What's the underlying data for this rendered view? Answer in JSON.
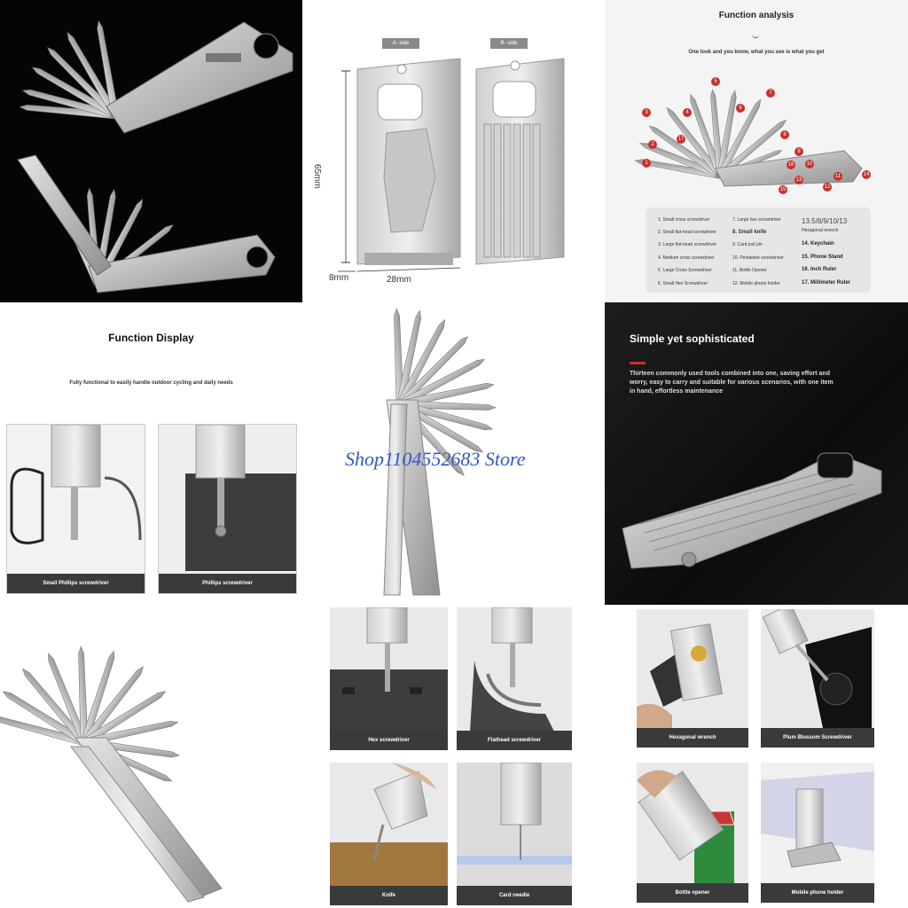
{
  "dimensions": {
    "width_label": "28mm",
    "height_label": "65mm",
    "depth_label": "8mm"
  },
  "sides": {
    "a": "A- side",
    "b": "B- side"
  },
  "function_analysis": {
    "title": "Function analysis",
    "subtitle": "One look and you know, what you see is what you get",
    "legend": [
      "1. Small cross screwdriver",
      "2. Small flat-head screwdriver",
      "3. Large flat-head screwdriver",
      "4. Medium cross screwdriver",
      "5. Large Cross Screwdriver",
      "6. Small Hex Screwdriver",
      "7. Large hex screwdriver",
      "8. Small knife",
      "9. Card pull pin",
      "10. Pentalobe screwdriver",
      "11. Bottle Opener",
      "12. Mobile phone holder",
      "13.5/8/9/10/13",
      "Hexagonal wrench",
      "14. Keychain",
      "15. Phone Stand",
      "16. Inch Ruler",
      "17. Millimeter Ruler"
    ],
    "badges": [
      "1",
      "2",
      "3",
      "4",
      "5",
      "6",
      "7",
      "8",
      "9",
      "10",
      "11",
      "12",
      "13",
      "14",
      "15",
      "16",
      "17"
    ]
  },
  "function_display": {
    "title": "Function Display",
    "subtitle": "Fully functional to easily handle outdoor cycling and daily needs",
    "captions": [
      "Small Phillips screwdriver",
      "Phillips screwdriver"
    ]
  },
  "watermark": "Shop1104552683 Store",
  "simple": {
    "title": "Simple yet sophisticated",
    "body": "Thirteen commonly used tools combined into one, saving effort and worry, easy to carry and suitable for various scenarios, with one item in hand, effortless maintenance"
  },
  "usage_captions": {
    "hex": "Hex screwdriver",
    "flathead": "Flathead screwdriver",
    "hexagonal_wrench": "Hexagonal wrench",
    "plum": "Plum Blossom Screwdriver",
    "knife": "Knife",
    "card_needle": "Card needle",
    "bottle_opener": "Bottle opener",
    "phone_holder": "Mobile phone holder"
  },
  "colors": {
    "accent": "#c9302c",
    "dark_panel": "#111111",
    "caption_bar": "#3a3a3a",
    "steel": "#bdbdbd"
  }
}
